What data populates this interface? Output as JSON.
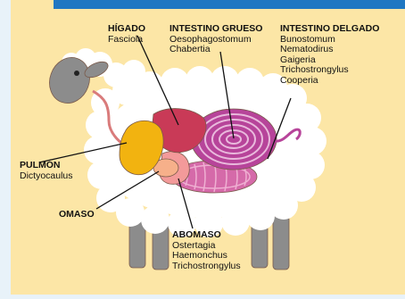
{
  "colors": {
    "background": "#fce6a6",
    "top_bar": "#1f77c2",
    "left_strip": "#e8f2f9",
    "wool": "#ffffff",
    "head_legs": "#8c8c8c",
    "liver": "#c93a57",
    "lungs": "#f2b310",
    "large_intestine": "#b7449a",
    "small_intestine": "#d56aa9",
    "abomasum": "#f39a9a",
    "omasum": "#f6b08a",
    "pointer_lines": "#111111"
  },
  "labels": {
    "higado": {
      "title": "HÍGADO",
      "items": [
        "Fasciola"
      ]
    },
    "intestino_grueso": {
      "title": "INTESTINO GRUESO",
      "items": [
        "Oesophagostomum",
        "Chabertia"
      ]
    },
    "intestino_delgado": {
      "title": "INTESTINO DELGADO",
      "items": [
        "Bunostomum",
        "Nematodirus",
        "Gaigeria",
        "Trichostrongylus",
        "Cooperia"
      ]
    },
    "pulmon": {
      "title": "PULMÓN",
      "items": [
        "Dictyocaulus"
      ]
    },
    "omaso": {
      "title": "OMASO",
      "items": []
    },
    "abomaso": {
      "title": "ABOMASO",
      "items": [
        "Ostertagia",
        "Haemonchus",
        "Trichostrongylus"
      ]
    }
  }
}
